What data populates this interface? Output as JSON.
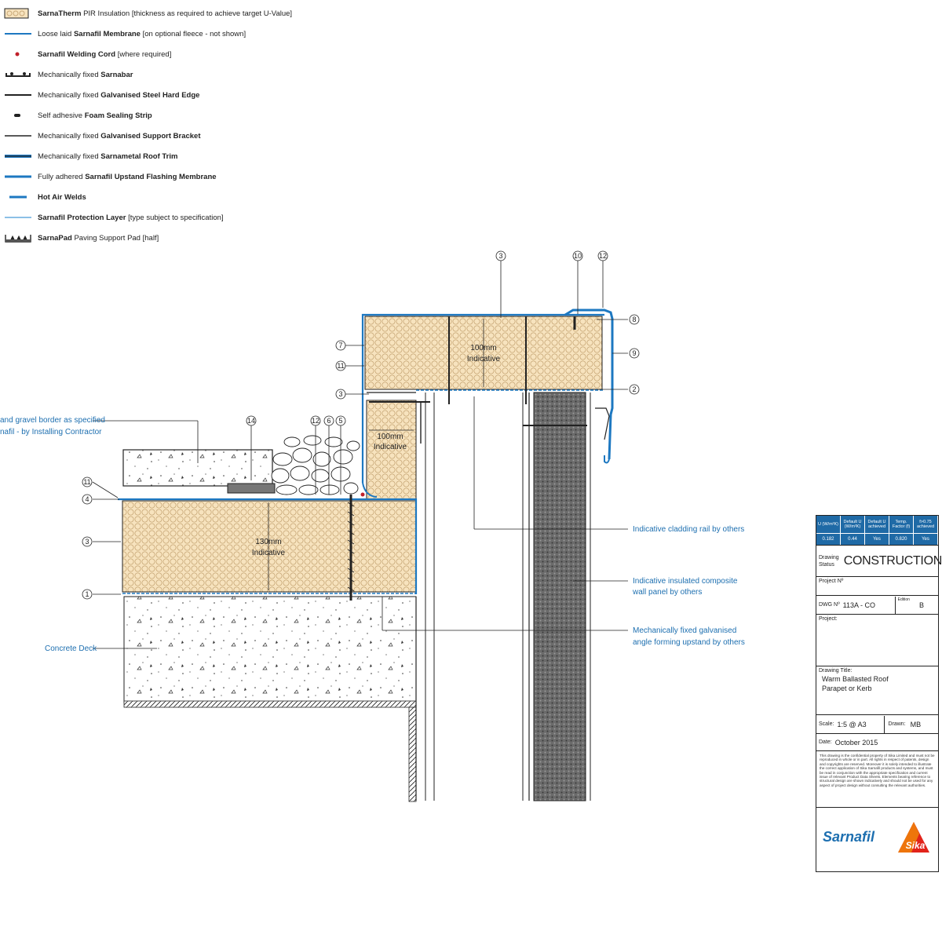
{
  "legend": [
    {
      "id": "pir",
      "bold": "SarnaTherm",
      "rest": " PIR Insulation [thickness as required to achieve target U-Value]"
    },
    {
      "id": "membrane",
      "pre": "Loose laid ",
      "bold": "Sarnafil Membrane",
      "rest": " [on optional fleece - not shown]"
    },
    {
      "id": "cord",
      "bold": "Sarnafil Welding Cord",
      "rest": " [where required]"
    },
    {
      "id": "sarnabar",
      "pre": "Mechanically fixed ",
      "bold": "Sarnabar",
      "rest": ""
    },
    {
      "id": "hardedge",
      "pre": "Mechanically fixed ",
      "bold": "Galvanised Steel Hard Edge",
      "rest": ""
    },
    {
      "id": "foam",
      "pre": "Self adhesive ",
      "bold": "Foam Sealing Strip",
      "rest": ""
    },
    {
      "id": "bracket",
      "pre": "Mechanically fixed ",
      "bold": "Galvanised Support Bracket",
      "rest": ""
    },
    {
      "id": "trim",
      "pre": "Mechanically fixed ",
      "bold": "Sarnametal Roof Trim",
      "rest": ""
    },
    {
      "id": "upstand",
      "pre": "Fully adhered ",
      "bold": "Sarnafil Upstand Flashing Membrane",
      "rest": ""
    },
    {
      "id": "welds",
      "bold": "Hot Air Welds",
      "rest": ""
    },
    {
      "id": "protection",
      "bold": "Sarnafil Protection Layer",
      "rest": " [type subject to specification]"
    },
    {
      "id": "pad",
      "bold": "SarnaPad",
      "rest": " Paving Support Pad [half]"
    }
  ],
  "drawing": {
    "dim_top": {
      "value": "100mm",
      "label": "Indicative"
    },
    "dim_upstand": {
      "value": "100mm",
      "label": "Indicative"
    },
    "dim_main": {
      "value": "130mm",
      "label": "Indicative"
    },
    "callouts": {
      "gravel_1": "and gravel border as specified",
      "gravel_2": "nafil - by Installing Contractor",
      "concrete": "Concrete Deck",
      "cladding": "Indicative cladding rail by others",
      "wall_1": "Indicative insulated composite",
      "wall_2": "wall panel by others",
      "angle_1": "Mechanically fixed galvanised",
      "angle_2": "angle forming upstand by others"
    },
    "markers": {
      "m3_top": "3",
      "m10": "10",
      "m12_top": "12",
      "m8": "8",
      "m9": "9",
      "m2": "2",
      "m7": "7",
      "m11_up": "11",
      "m3_mid": "3",
      "m14": "14",
      "m12_mid": "12",
      "m6": "6",
      "m5": "5",
      "m11_left": "11",
      "m4": "4",
      "m3_left": "3",
      "m1": "1"
    }
  },
  "titleblock": {
    "uvalue_headers": [
      "U (W/m²K)",
      "Default U (W/m²K)",
      "Default U achieved",
      "Temp. Factor (f)",
      "f>0.75 achieved"
    ],
    "uvalue_values": [
      "0.182",
      "0.44",
      "Yes",
      "0.820",
      "Yes"
    ],
    "status_label": "Drawing Status",
    "status": "CONSTRUCTION",
    "project_no_label": "Project Nº",
    "dwg_label": "DWG Nº",
    "dwg_value": "113A - CO",
    "edition_label": "Edition",
    "edition_value": "B",
    "project_label": "Project:",
    "title_label": "Drawing Title:",
    "title_1": "Warm Ballasted Roof",
    "title_2": "Parapet or Kerb",
    "scale_label": "Scale:",
    "scale_value": "1:5 @ A3",
    "drawn_label": "Drawn:",
    "drawn_value": "MB",
    "date_label": "Date:",
    "date_value": "October 2015",
    "disclaimer": "This drawing is the confidential property of Sika Limited and must not be reproduced in whole or in part. All rights in respect of patents, design and copyrights are reserved. Moreover it is solely intended to illustrate the correct application of Sika Sarnafil products and systems, and must be read in conjunction with the appropriate specification and current issue of relevant Product Data Sheets. Elements bearing reference to structural design are shown indicatively and should not be used for any aspect of project design without consulting the relevant authorities.",
    "brand": "Sarnafil",
    "logo_text": "Sika"
  },
  "colors": {
    "blue": "#1d78c1",
    "insulation": "#f7e3be",
    "insulation_cell": "#c8a878",
    "dark": "#222222"
  }
}
